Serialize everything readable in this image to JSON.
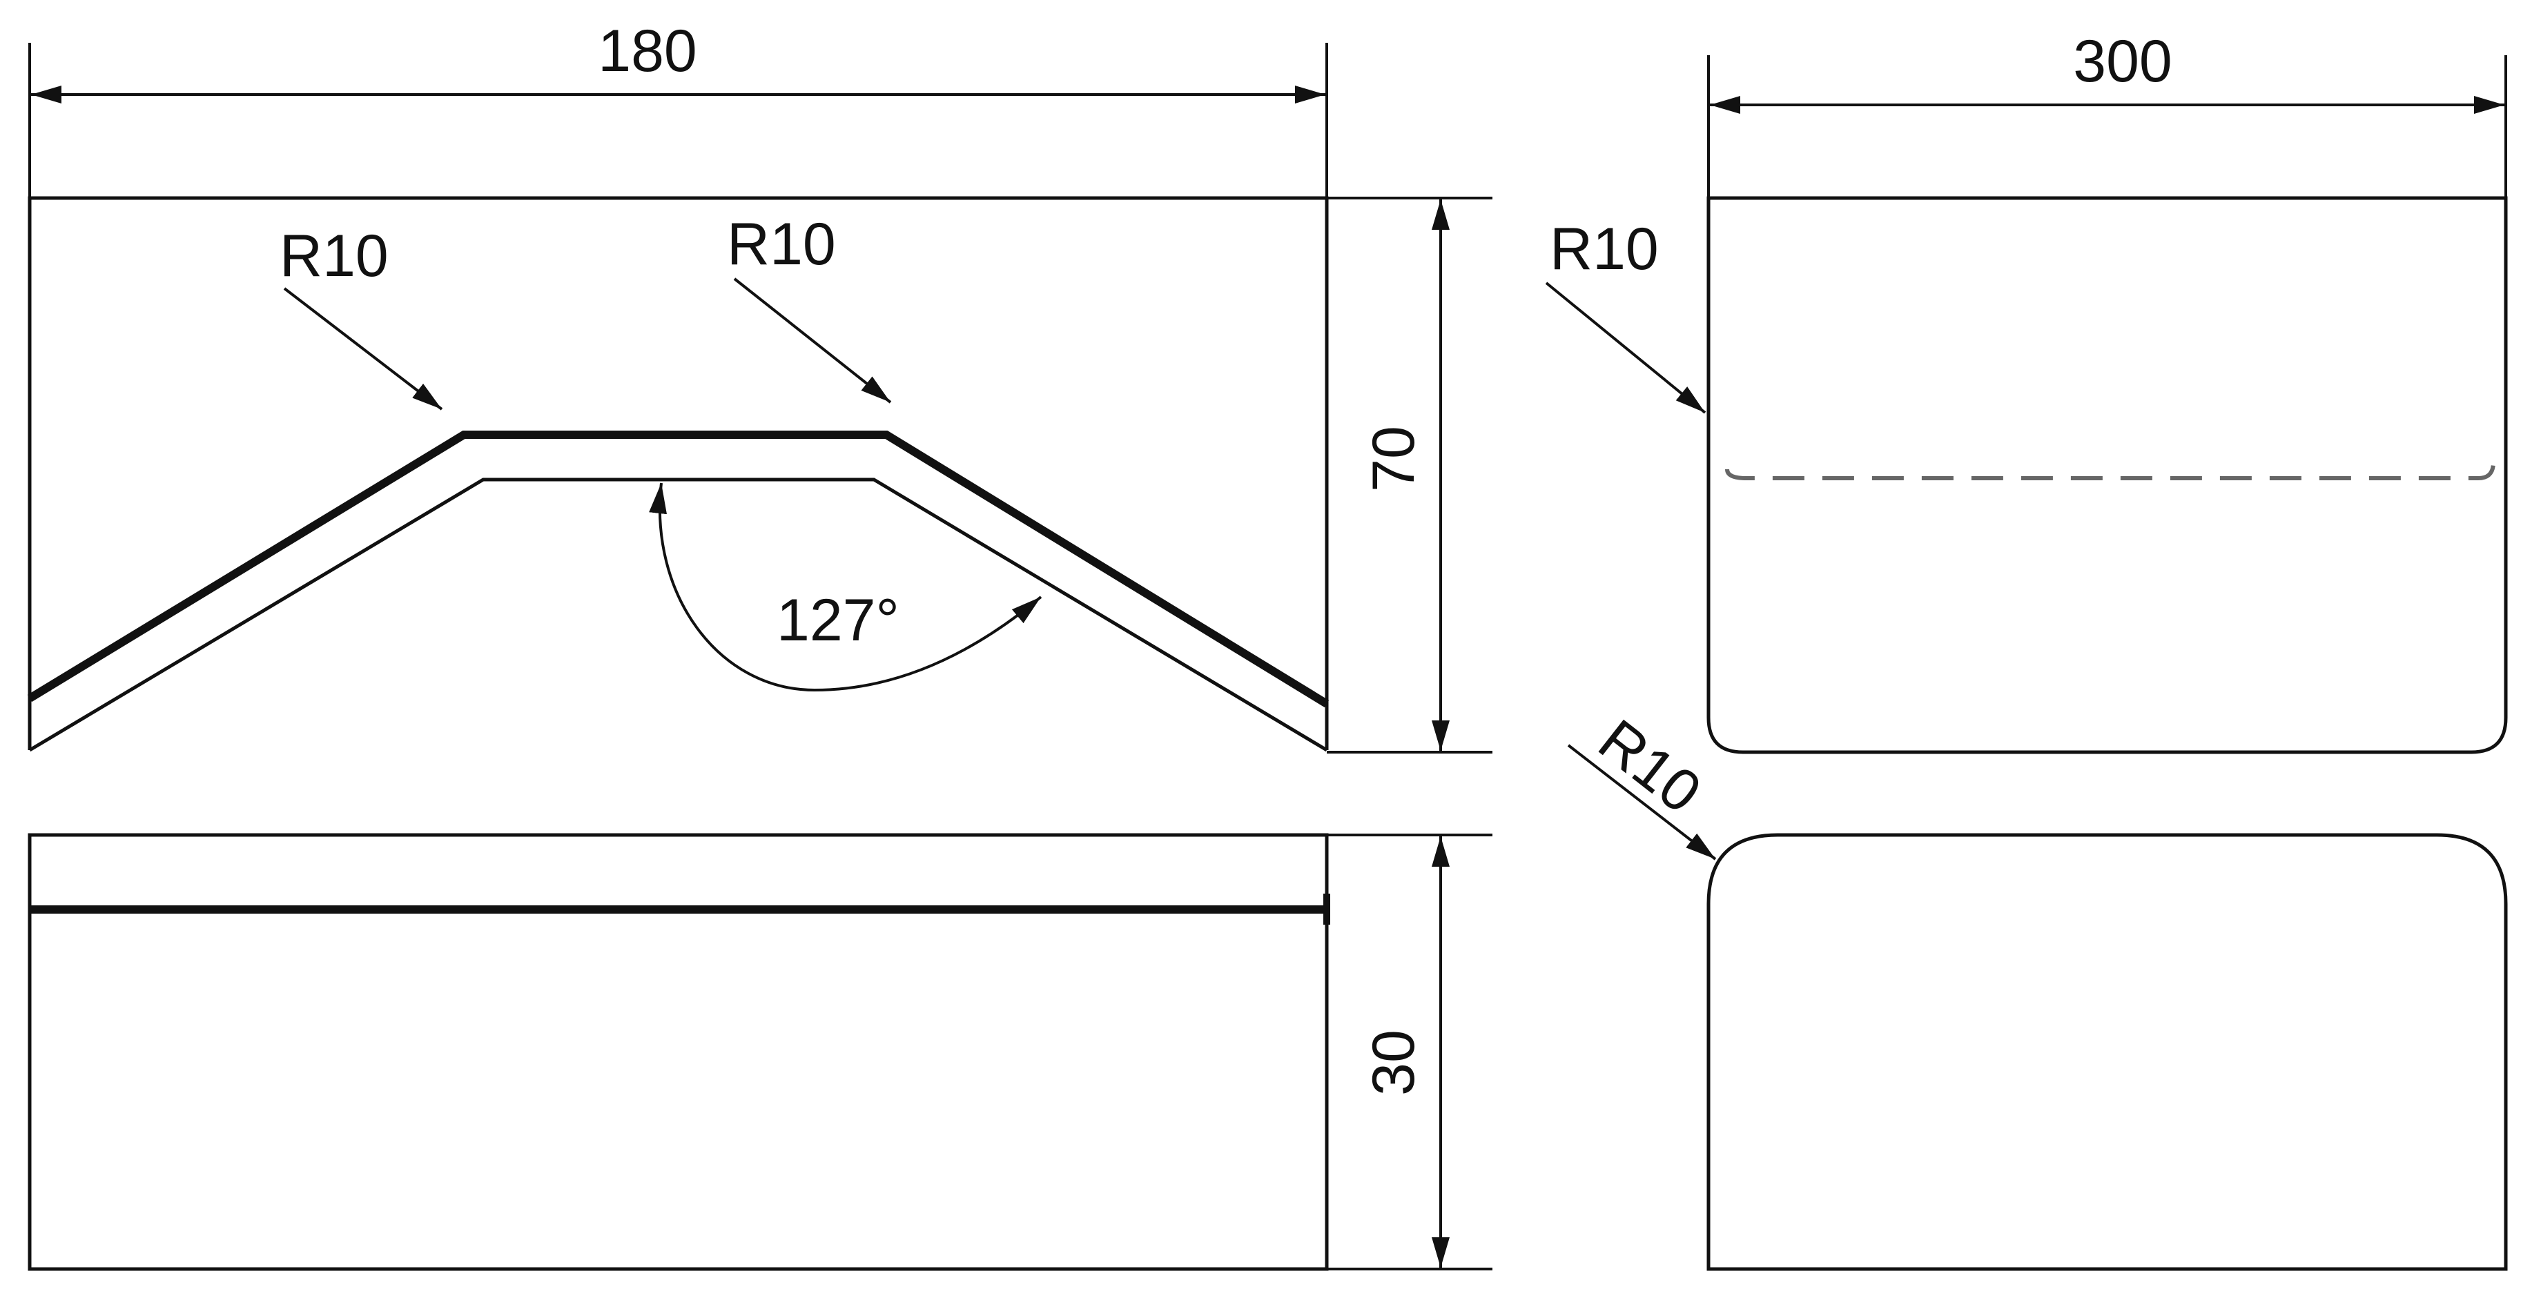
{
  "drawing": {
    "front_view": {
      "width_dim": "180",
      "height_dim": "70",
      "radius_left": "R10",
      "radius_right": "R10",
      "angle": "127°"
    },
    "side_view": {
      "width_dim": "300",
      "radius_label": "R10"
    },
    "bottom_view": {
      "height_dim": "30",
      "radius_label": "R10"
    },
    "colors": {
      "line": "#111111",
      "hidden_line": "#666666",
      "background": "#ffffff"
    }
  }
}
